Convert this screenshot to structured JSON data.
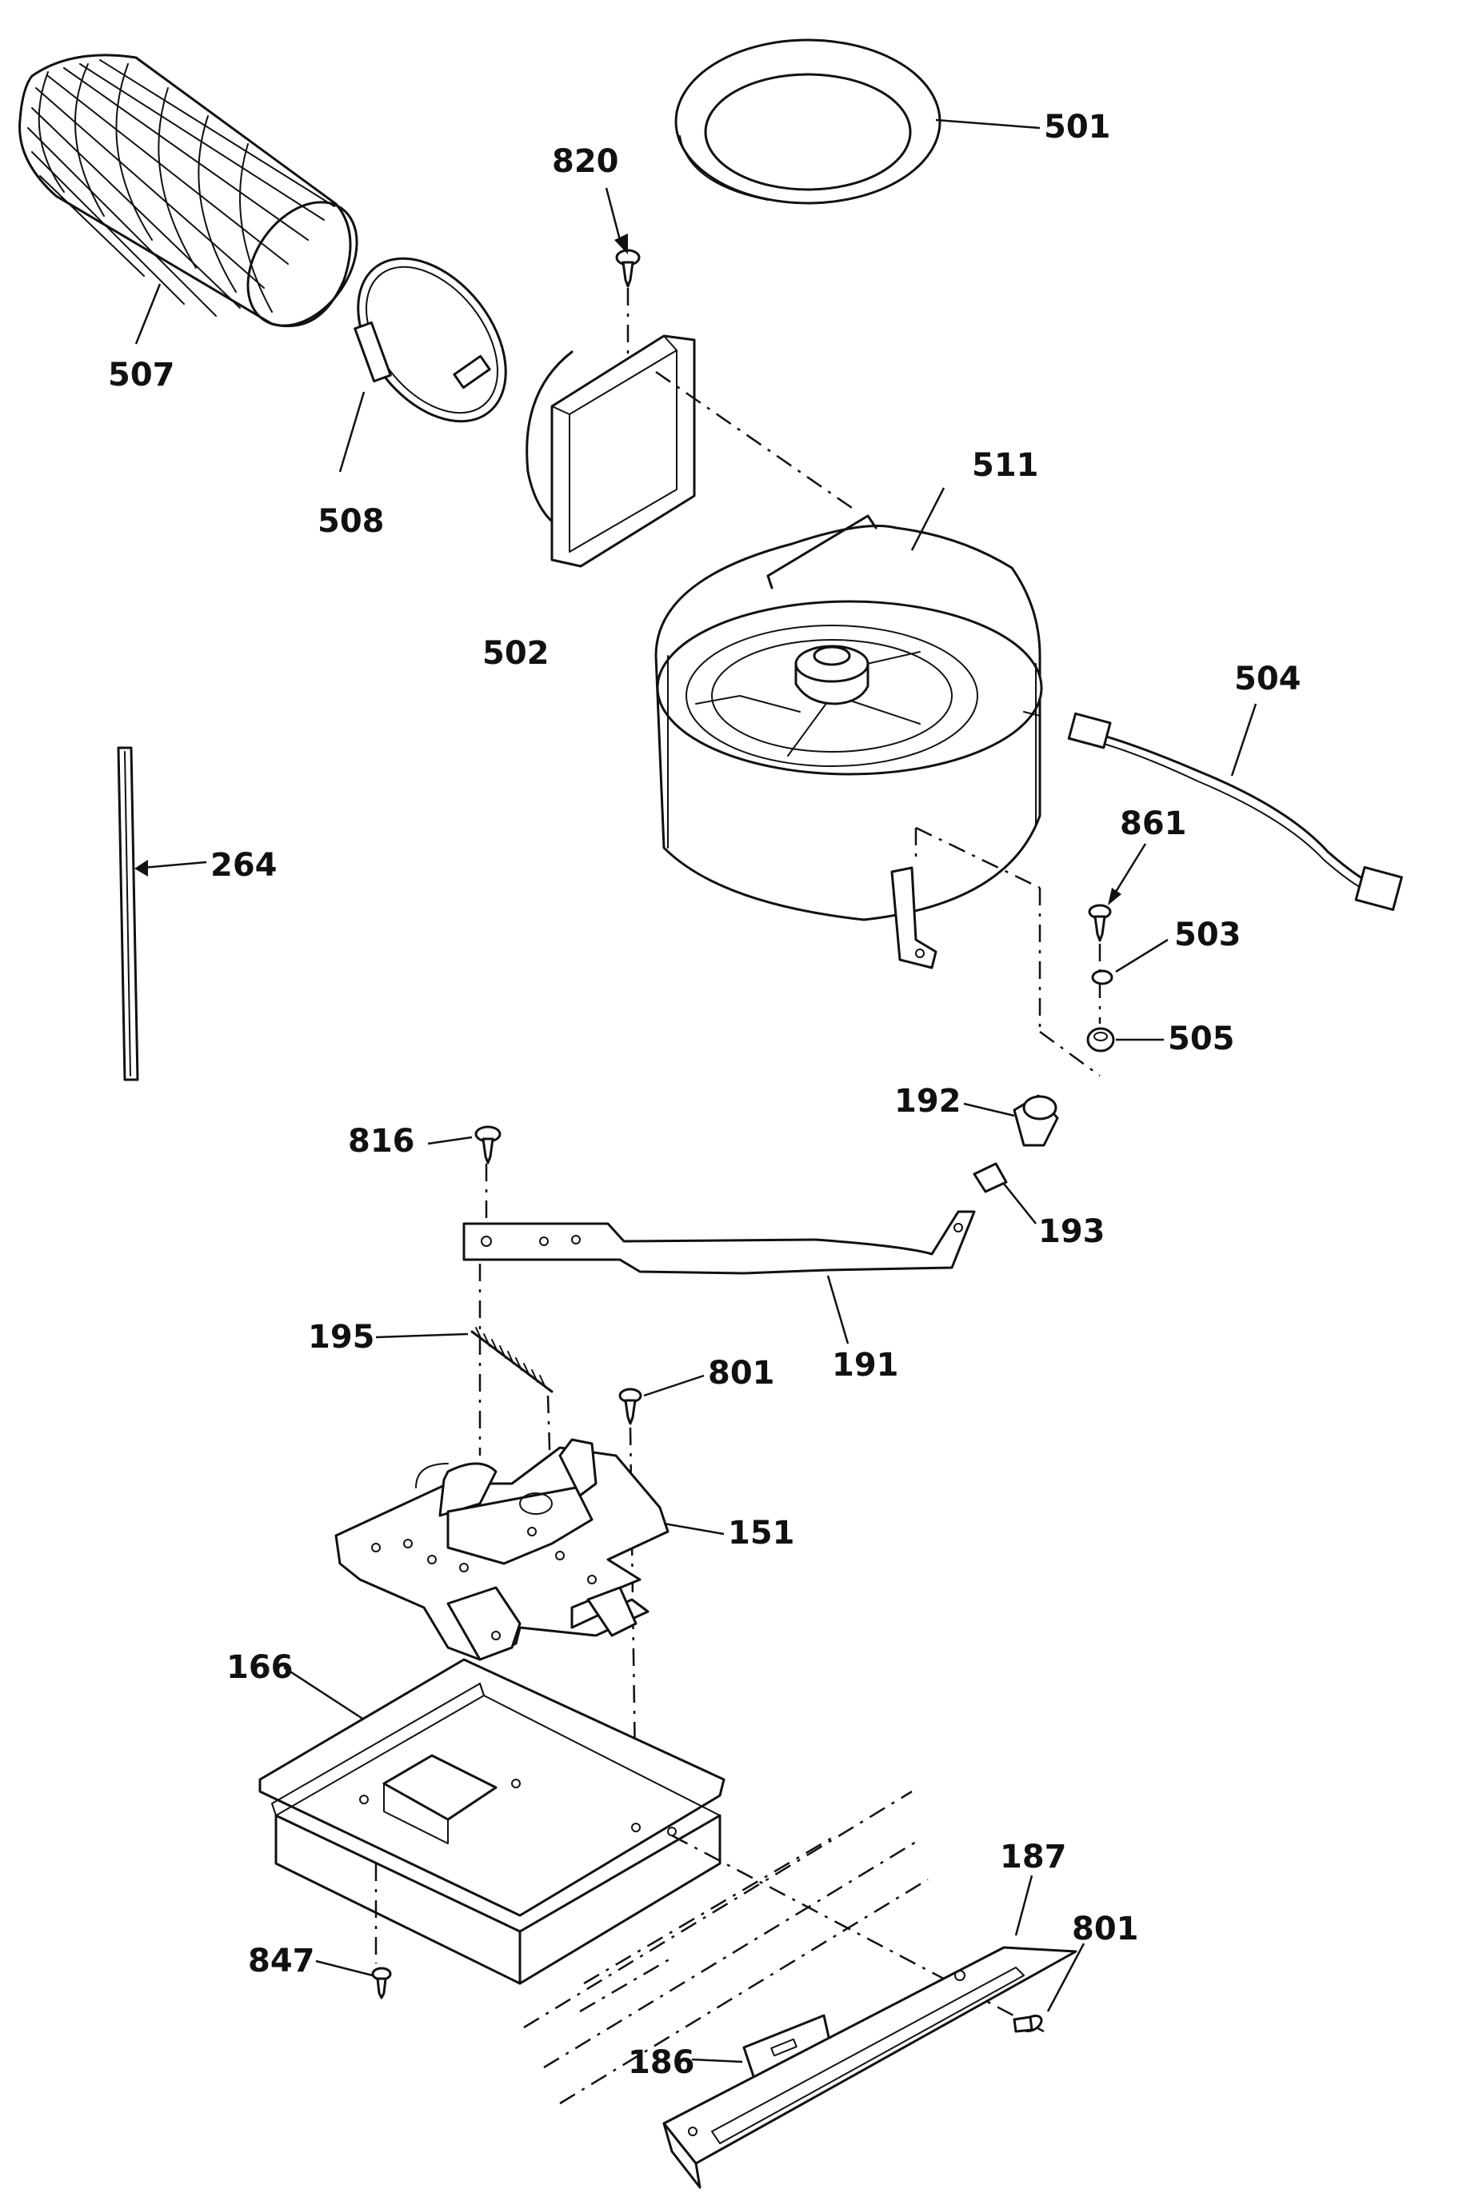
{
  "colors": {
    "line": "#111111",
    "background": "#ffffff"
  },
  "callouts": [
    {
      "id": "501",
      "label": "501"
    },
    {
      "id": "507",
      "label": "507"
    },
    {
      "id": "820",
      "label": "820"
    },
    {
      "id": "508",
      "label": "508"
    },
    {
      "id": "511",
      "label": "511"
    },
    {
      "id": "502",
      "label": "502"
    },
    {
      "id": "504",
      "label": "504"
    },
    {
      "id": "264",
      "label": "264"
    },
    {
      "id": "861",
      "label": "861"
    },
    {
      "id": "503",
      "label": "503"
    },
    {
      "id": "505",
      "label": "505"
    },
    {
      "id": "192",
      "label": "192"
    },
    {
      "id": "816",
      "label": "816"
    },
    {
      "id": "193",
      "label": "193"
    },
    {
      "id": "191",
      "label": "191"
    },
    {
      "id": "195",
      "label": "195"
    },
    {
      "id": "801a",
      "label": "801"
    },
    {
      "id": "151",
      "label": "151"
    },
    {
      "id": "166",
      "label": "166"
    },
    {
      "id": "187",
      "label": "187"
    },
    {
      "id": "847",
      "label": "847"
    },
    {
      "id": "801b",
      "label": "801"
    },
    {
      "id": "186",
      "label": "186"
    }
  ]
}
